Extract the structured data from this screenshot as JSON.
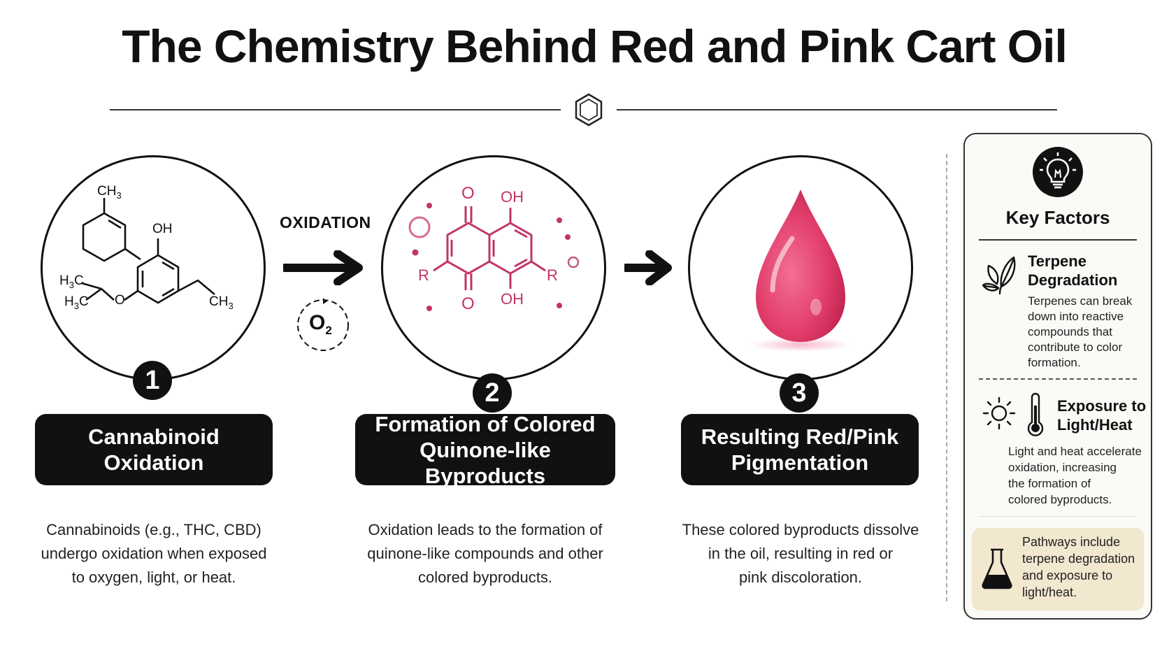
{
  "title": "The Chemistry Behind Red and Pink Cart Oil",
  "icons": {
    "divider": "hexagon-icon",
    "arrow": "arrow-right-icon",
    "oxygen_cycle": "oxygen-cycle-icon",
    "droplet": "droplet-icon",
    "key_factors": "lightbulb-icon",
    "terpene": "leaf-icon",
    "sun": "sun-icon",
    "thermometer": "thermometer-icon",
    "flask": "flask-icon"
  },
  "colors": {
    "dark": "#111111",
    "magenta": "#c2336a",
    "droplet": "#e64a78",
    "beige": "#f2e7cf"
  },
  "oxidation_label": "OXIDATION",
  "o2_label": "O",
  "o2_sub": "2",
  "molecule1": {
    "ch3_top": "CH",
    "oh": "OH",
    "h3c_1": "H",
    "h3c_2": "H",
    "c": "C",
    "o": "O",
    "ch3_right": "CH",
    "sub3": "3"
  },
  "molecule2": {
    "o_top": "O",
    "o_bottom": "O",
    "oh_top": "OH",
    "oh_bottom": "OH",
    "r_left": "R",
    "r_right": "R"
  },
  "steps": [
    {
      "number": "1",
      "title_line1": "Cannabinoid",
      "title_line2": "Oxidation",
      "desc_lines": [
        "Cannabinoids (e.g., THC, CBD)",
        "undergo oxidation when exposed",
        "to oxygen, light, or heat."
      ]
    },
    {
      "number": "2",
      "title_line1": "Formation of Colored",
      "title_line2": "Quinone-like Byproducts",
      "desc_lines": [
        "Oxidation leads to the formation of",
        "quinone-like compounds and other",
        "colored byproducts."
      ]
    },
    {
      "number": "3",
      "title_line1": "Resulting Red/Pink",
      "title_line2": "Pigmentation",
      "desc_lines": [
        "These colored byproducts dissolve",
        "in the oil, resulting in red or",
        "pink discoloration."
      ]
    }
  ],
  "key_factors": {
    "title": "Key Factors",
    "factor1": {
      "title_lines": [
        "Terpene",
        "Degradation"
      ],
      "text_lines": [
        "Terpenes can break",
        "down into reactive",
        "compounds that",
        "contribute to color",
        "formation."
      ]
    },
    "factor2": {
      "title_lines": [
        "Exposure to",
        "Light/Heat"
      ],
      "text_lines": [
        "Light and heat accelerate",
        "oxidation, increasing",
        "the formation of",
        "colored byproducts."
      ]
    },
    "pathways_lines": [
      "Pathways include",
      "terpene degradation",
      "and exposure to",
      "light/heat."
    ]
  }
}
